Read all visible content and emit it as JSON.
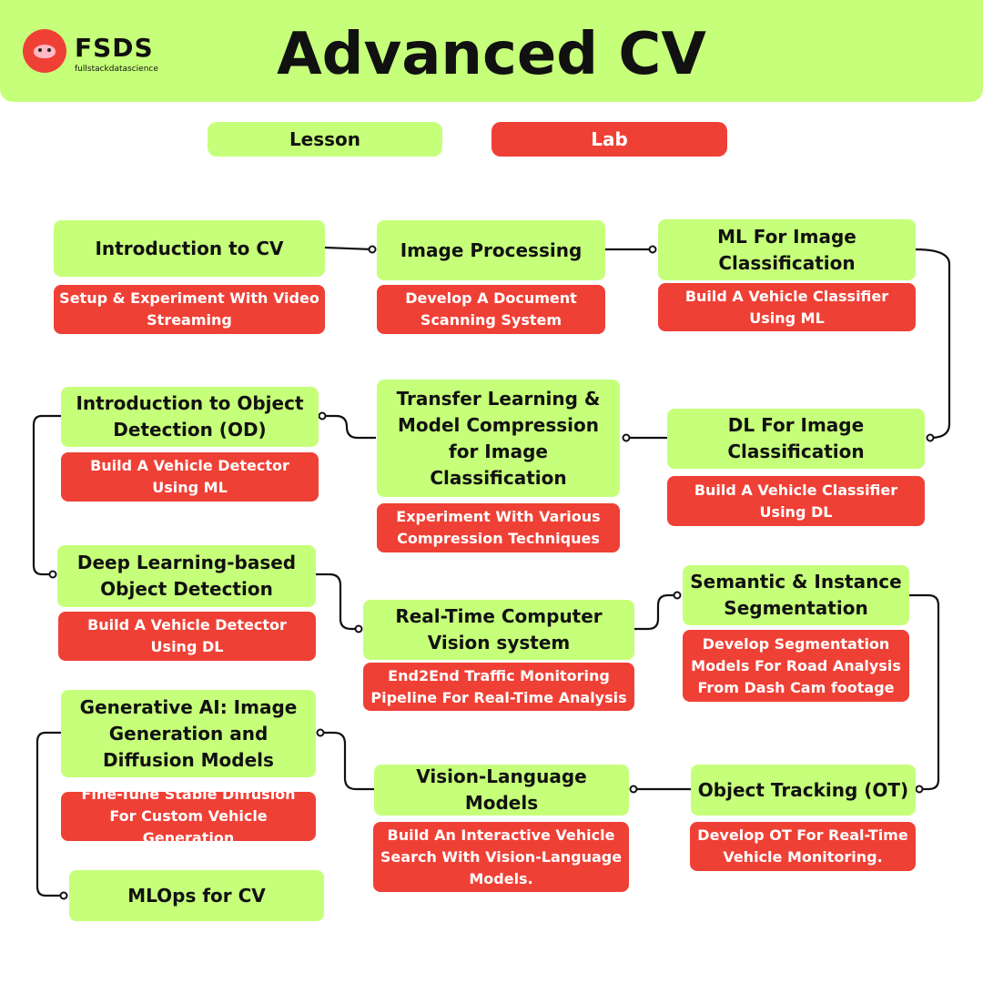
{
  "header": {
    "title": "Advanced CV",
    "logo_text": "FSDS",
    "logo_sub": "fullstackdatascience"
  },
  "legend": {
    "lesson": "Lesson",
    "lab": "Lab"
  },
  "colors": {
    "lesson": "#c6ff79",
    "lab": "#ef4036",
    "line": "#111111"
  },
  "modules": [
    {
      "lesson": "Introduction to CV",
      "lab": "Setup & Experiment With Video Streaming"
    },
    {
      "lesson": "Image Processing",
      "lab": "Develop A Document Scanning System"
    },
    {
      "lesson": "ML For Image Classification",
      "lab": "Build A Vehicle Classifier Using ML"
    },
    {
      "lesson": "DL For Image Classification",
      "lab": "Build A Vehicle Classifier Using DL"
    },
    {
      "lesson": "Transfer Learning & Model Compression for Image Classification",
      "lab": "Experiment With Various Compression Techniques"
    },
    {
      "lesson": "Introduction to Object Detection (OD)",
      "lab": "Build A Vehicle Detector Using ML"
    },
    {
      "lesson": "Deep Learning-based Object Detection",
      "lab": "Build A Vehicle Detector Using DL"
    },
    {
      "lesson": "Real-Time Computer Vision system",
      "lab": "End2End Traffic Monitoring Pipeline For Real-Time Analysis"
    },
    {
      "lesson": "Semantic & Instance Segmentation",
      "lab": "Develop Segmentation Models For Road Analysis From Dash Cam footage"
    },
    {
      "lesson": "Object Tracking (OT)",
      "lab": "Develop OT For Real-Time Vehicle Monitoring."
    },
    {
      "lesson": "Vision-Language Models",
      "lab": "Build An Interactive Vehicle Search With Vision-Language Models."
    },
    {
      "lesson": "Generative AI: Image Generation and Diffusion Models",
      "lab": "Fine-Tune Stable Diffusion For Custom Vehicle Generation"
    },
    {
      "lesson": "MLOps for CV",
      "lab": ""
    }
  ]
}
